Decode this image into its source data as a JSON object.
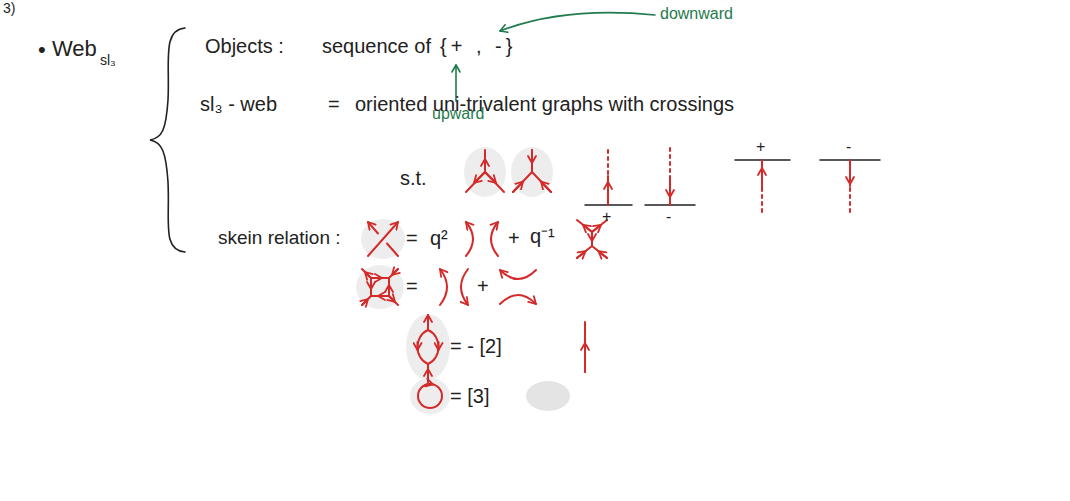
{
  "diagram": {
    "labels": [
      "3)",
      "•",
      "Web",
      "sl₃",
      "Objects :",
      "sequence of",
      "{+ , -}",
      "downward",
      "upward",
      "sl₃ - web",
      "=",
      "oriented uni-trivalent graphs with crossings",
      "s.t.",
      "+",
      "-",
      "+",
      "-",
      "skein relation :",
      "=",
      "q²",
      "+",
      "q⁻¹",
      "=",
      "+",
      "= - [2]",
      "= [3]"
    ]
  }
}
